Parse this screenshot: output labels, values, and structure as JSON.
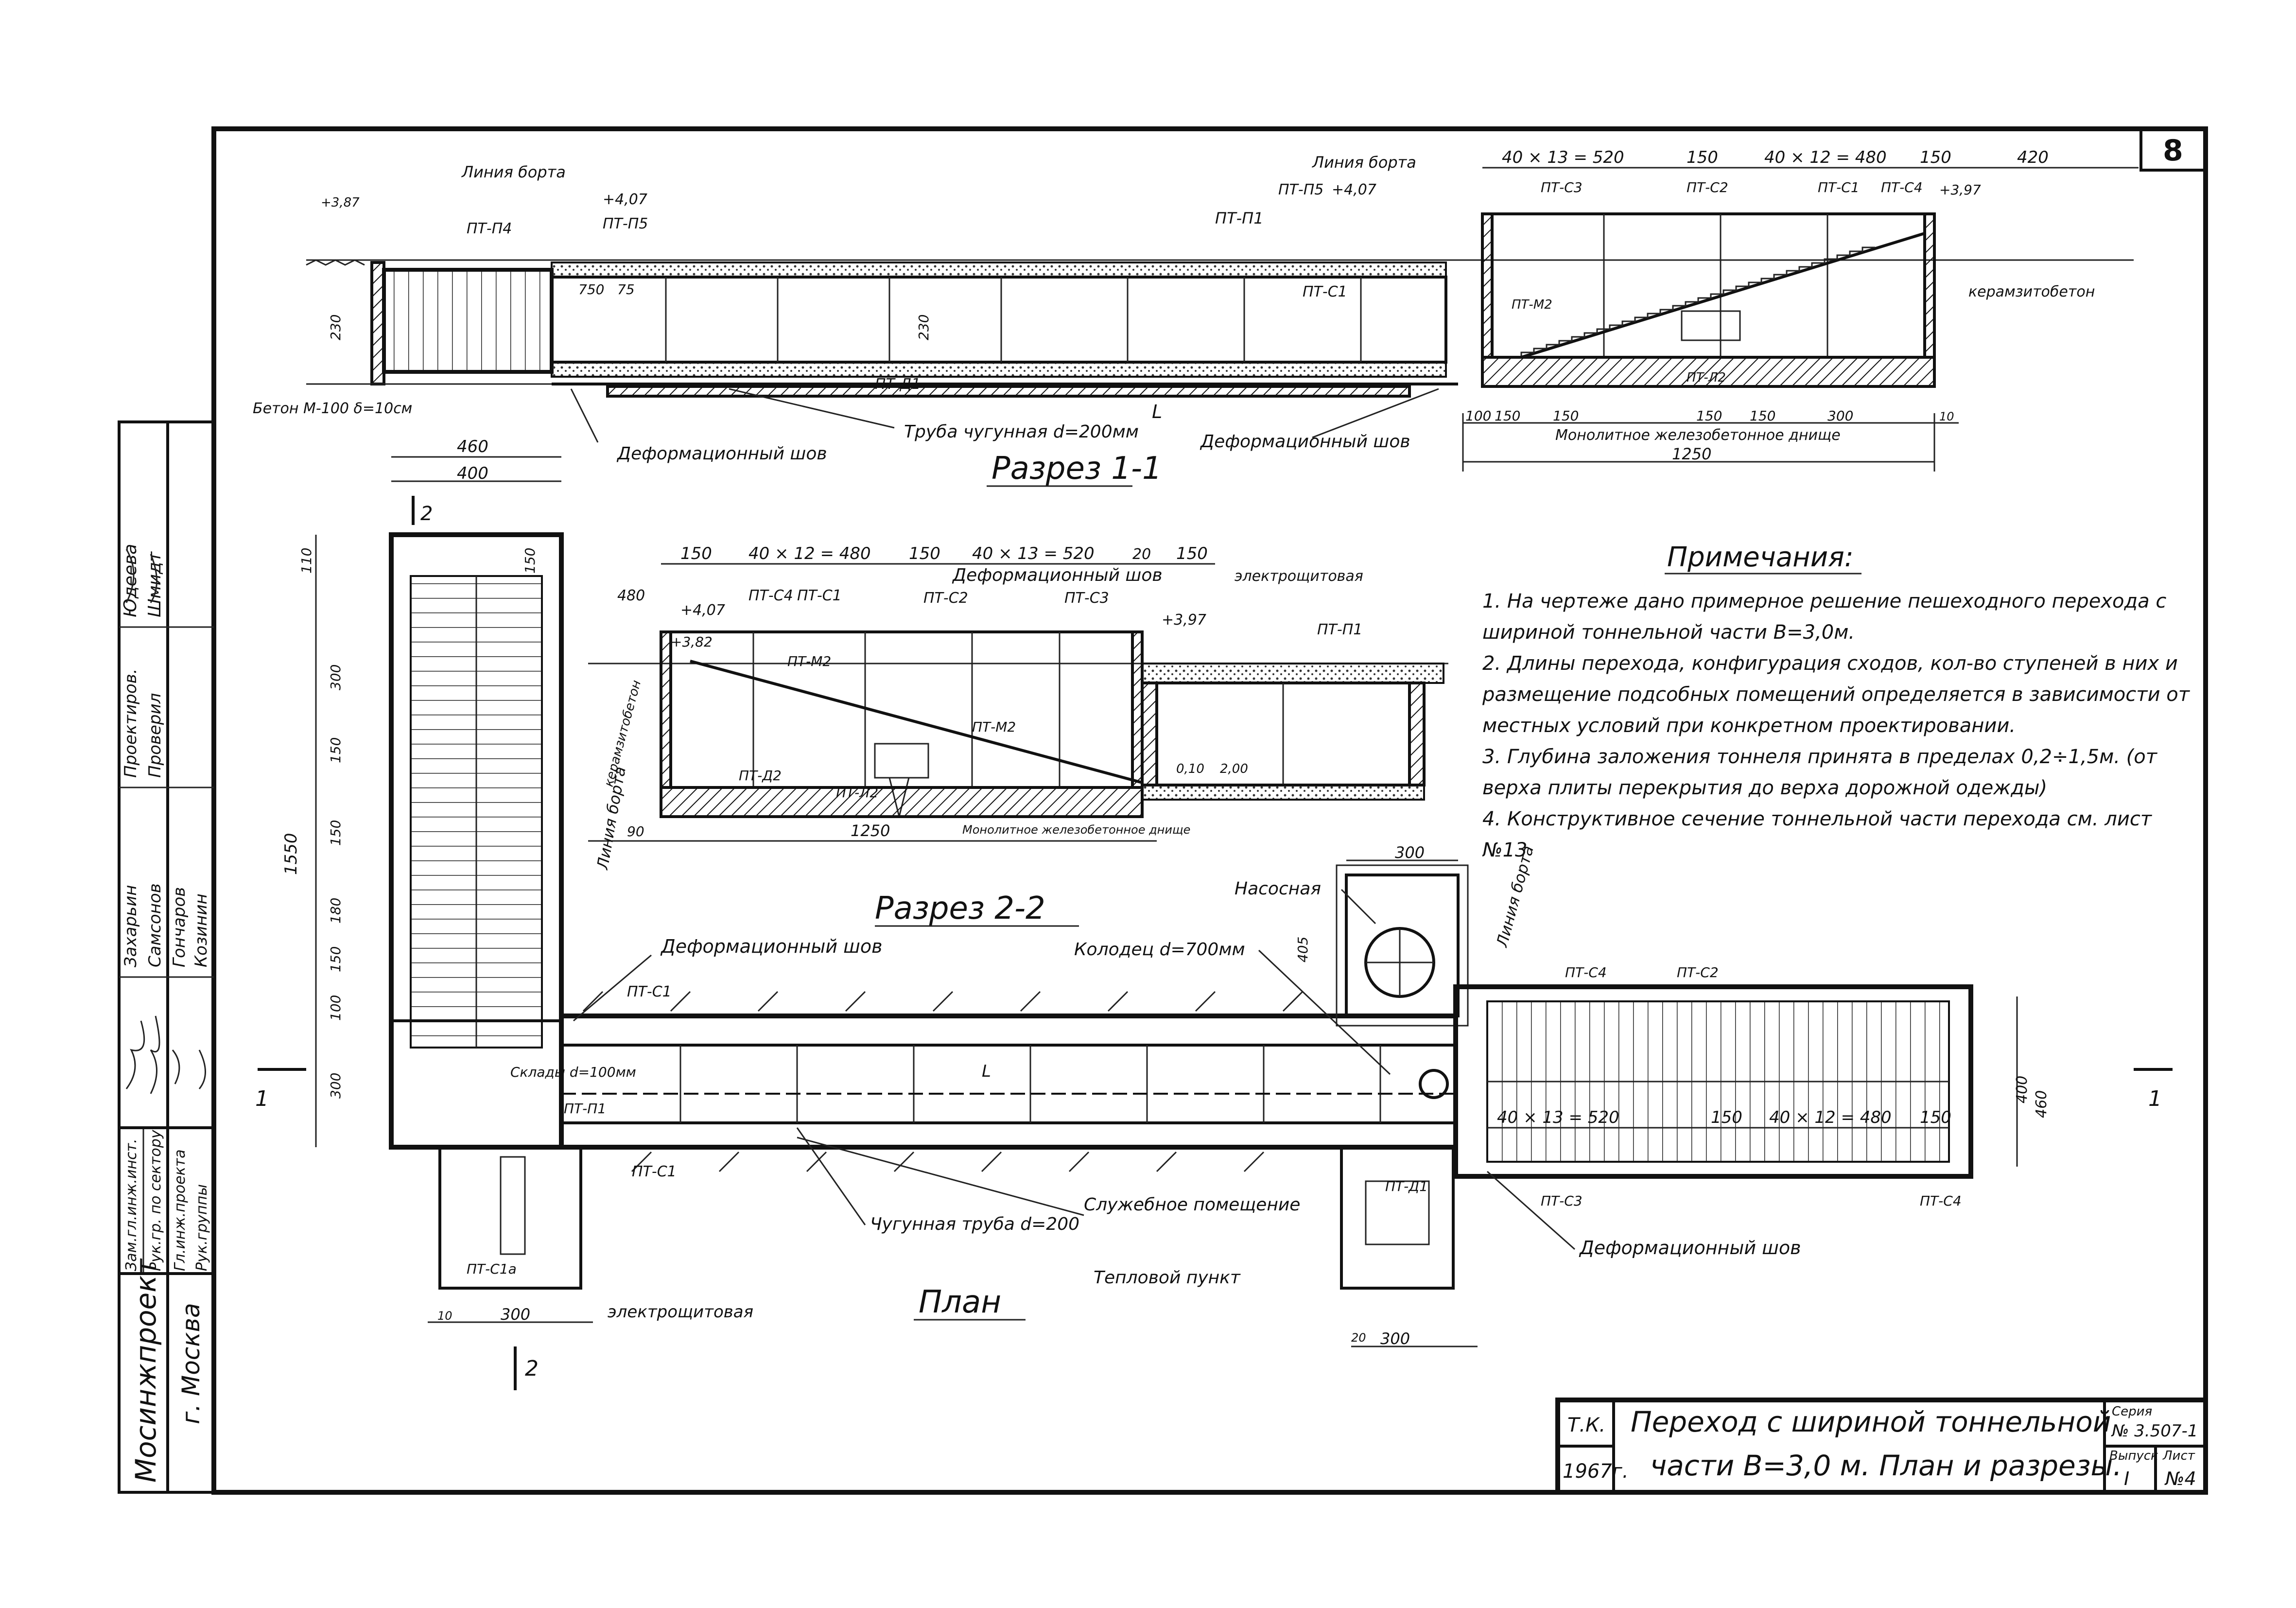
{
  "sheet_number": "8",
  "section_1": {
    "title": "Разрез 1-1",
    "labels": {
      "liniya_borta_left": "Линия борта",
      "liniya_borta_right": "Линия борта",
      "elev_left": "+3,87",
      "elev_407_a": "+4,07",
      "elev_407_b": "+4,07",
      "elev_right": "+3,97",
      "pt_p4": "ПТ-П4",
      "pt_p5_a": "ПТ-П5",
      "pt_p5_b": "ПТ-П5",
      "pt_p1": "ПТ-П1",
      "pt_s1": "ПТ-С1",
      "pt_d1": "ПТ-Д1",
      "pt_s3": "ПТ-С3",
      "pt_s2": "ПТ-С2",
      "pt_s1_b": "ПТ-С1",
      "pt_s4": "ПТ-С4",
      "pt_m2": "ПТ-М2",
      "pt_l2": "ПТ-Л2",
      "gravel_concrete": "Бетон М-100 δ=10см",
      "deform_joint_a": "Деформационный шов",
      "deform_joint_b": "Деформационный шов",
      "cast_pipe": "Труба чугунная d=200мм",
      "monolithic": "Монолитное железобетонное днище",
      "keramzit": "керамзитобетон",
      "L": "L",
      "dim_750": "750",
      "dim_75": "75",
      "dim_230": "230",
      "dim_230b": "230",
      "dim_150": "150",
      "dim_100": "100",
      "dim_150b": "150",
      "dim_150c": "150",
      "dim_150d": "150",
      "dim_300": "300",
      "dim_10": "10",
      "dim_1250": "1250"
    },
    "top_dims": [
      "40 × 13 = 520",
      "150",
      "40 × 12 = 480",
      "150",
      "420"
    ]
  },
  "section_2": {
    "title": "Разрез 2-2",
    "labels": {
      "deform_joint": "Деформационный шов",
      "switchboard": "электрощитовая",
      "liniya_borta": "Линия борта",
      "keramzit": "керамзитобетон",
      "monolithic": "Монолитное железобетонное днище",
      "elev_407": "+4,07",
      "elev_382": "+3,82",
      "elev_397": "+3,97",
      "pt_s4": "ПТ-С4",
      "pt_s1": "ПТ-С1",
      "pt_s2": "ПТ-С2",
      "pt_s3": "ПТ-С3",
      "pt_p1": "ПТ-П1",
      "pt_m2": "ПТ-М2",
      "pt_m2b": "ПТ-М2",
      "pt_l2": "ПТ-Л2",
      "pt_d2": "ПТ-Д2",
      "dim_480": "480",
      "dim_1250": "1250",
      "dim_90": "90",
      "dim_010": "0,10",
      "dim_200": "2,00"
    },
    "top_dims": [
      "150",
      "40 × 12 = 480",
      "150",
      "40 × 13 = 520",
      "20",
      "150"
    ]
  },
  "plan": {
    "title": "План",
    "labels": {
      "deform_joint_top": "Деформационный шов",
      "deform_joint_bottom": "Деформационный шов",
      "pump_room": "Насосная",
      "well": "Колодец d=700мм",
      "service_room": "Служебное помещение",
      "cast_pipe": "Чугунная труба d=200",
      "heat_point": "Тепловой пункт",
      "switchboard": "электрощитовая",
      "liniya_borta": "Линия борта",
      "drain": "Склады d=100мм",
      "L": "L",
      "pt_p1": "ПТ-П1",
      "pt_s1": "ПТ-С1",
      "pt_s1_b": "ПТ-С1",
      "pt_s4": "ПТ-С4",
      "pt_s4_b": "ПТ-С4",
      "pt_s3": "ПТ-С3",
      "pt_s2": "ПТ-С2",
      "pt_d1": "ПТ-Д1",
      "pt_s1a": "ПТ-С1а",
      "dim_460": "460",
      "dim_400": "400",
      "dim_300": "300",
      "dim_300b": "300",
      "dim_300c": "300",
      "dim_405": "405",
      "dim_460b": "460",
      "dim_400b": "400",
      "dim_1550": "1550",
      "dim_20": "20",
      "dim_10": "10"
    },
    "right_dims": [
      "40 × 13 = 520",
      "150",
      "40 × 12 = 480",
      "150"
    ],
    "left_dims": [
      "110",
      "150",
      "300",
      "150",
      "150",
      "180",
      "150",
      "100",
      "300"
    ]
  },
  "notes": {
    "title": "Примечания:",
    "items": [
      "1. На чертеже дано примерное решение пешеходного перехода с шириной тоннельной части В=3,0м.",
      "2. Длины перехода, конфигурация сходов, кол-во ступеней в них и размещение подсобных помещений определяется в зависимости от местных условий при конкретном проектировании.",
      "3. Глубина заложения тоннеля принята в пределах 0,2÷1,5м. (от верха плиты перекрытия до верха дорожной одежды)",
      "4. Конструктивное сечение тоннельной части перехода см. лист №13"
    ]
  },
  "side_stamp": {
    "org": "Мосинжпроект",
    "city": "г. Москва",
    "rows": [
      {
        "role": "Зам.гл.инж.инст.",
        "name": "Захарьин",
        "check": "Проектиров.",
        "person": "Юдеева"
      },
      {
        "role": "Рук.гр. по сектору",
        "name": "Самсонов",
        "check": "Проверил",
        "person": "Шмидт"
      },
      {
        "role": "Гл.инж.проекта",
        "name": "Гончаров",
        "check": "",
        "person": ""
      },
      {
        "role": "Рук.группы",
        "name": "Козинин",
        "check": "",
        "person": ""
      }
    ]
  },
  "title_block": {
    "series": "Т.К.",
    "year": "1967г.",
    "title_line1": "Переход с шириной тоннельной",
    "title_line2": "части В=3,0 м. План и разрезы.",
    "doc_label": "Серия",
    "doc_number": "№ 3.507-1",
    "vol_label": "Выпуск",
    "vol_value": "I",
    "sheet_label": "Лист",
    "sheet_value": "№4"
  }
}
